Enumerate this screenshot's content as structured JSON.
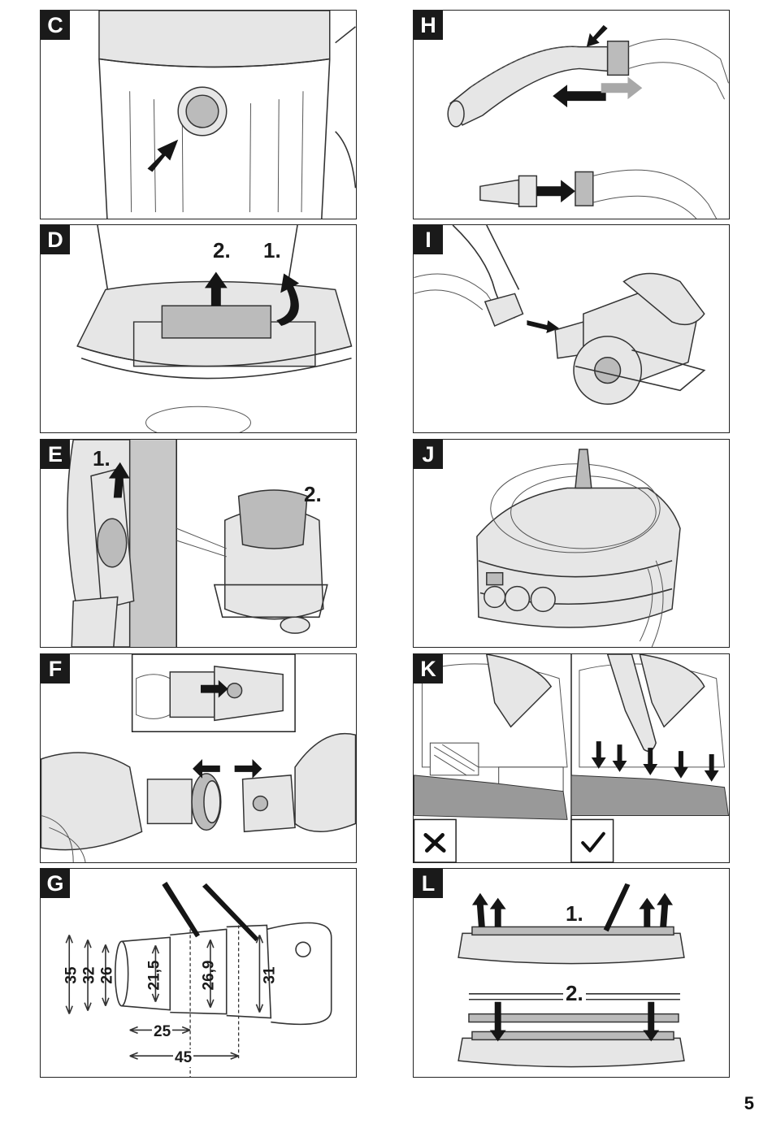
{
  "page_number": "5",
  "panels": {
    "C": {
      "letter": "C"
    },
    "D": {
      "letter": "D",
      "step1": "1.",
      "step2": "2."
    },
    "E": {
      "letter": "E",
      "step1": "1.",
      "step2": "2."
    },
    "F": {
      "letter": "F"
    },
    "G": {
      "letter": "G",
      "dims": {
        "d35": "35",
        "d32": "32",
        "d26": "26",
        "d21": "21,5",
        "d26_9": "26,9",
        "d31": "31",
        "l25": "25",
        "l45": "45"
      }
    },
    "H": {
      "letter": "H"
    },
    "I": {
      "letter": "I"
    },
    "J": {
      "letter": "J"
    },
    "K": {
      "letter": "K",
      "wrong_icon": "cross-icon",
      "right_icon": "check-icon"
    },
    "L": {
      "letter": "L",
      "step1": "1.",
      "step2": "2."
    }
  }
}
